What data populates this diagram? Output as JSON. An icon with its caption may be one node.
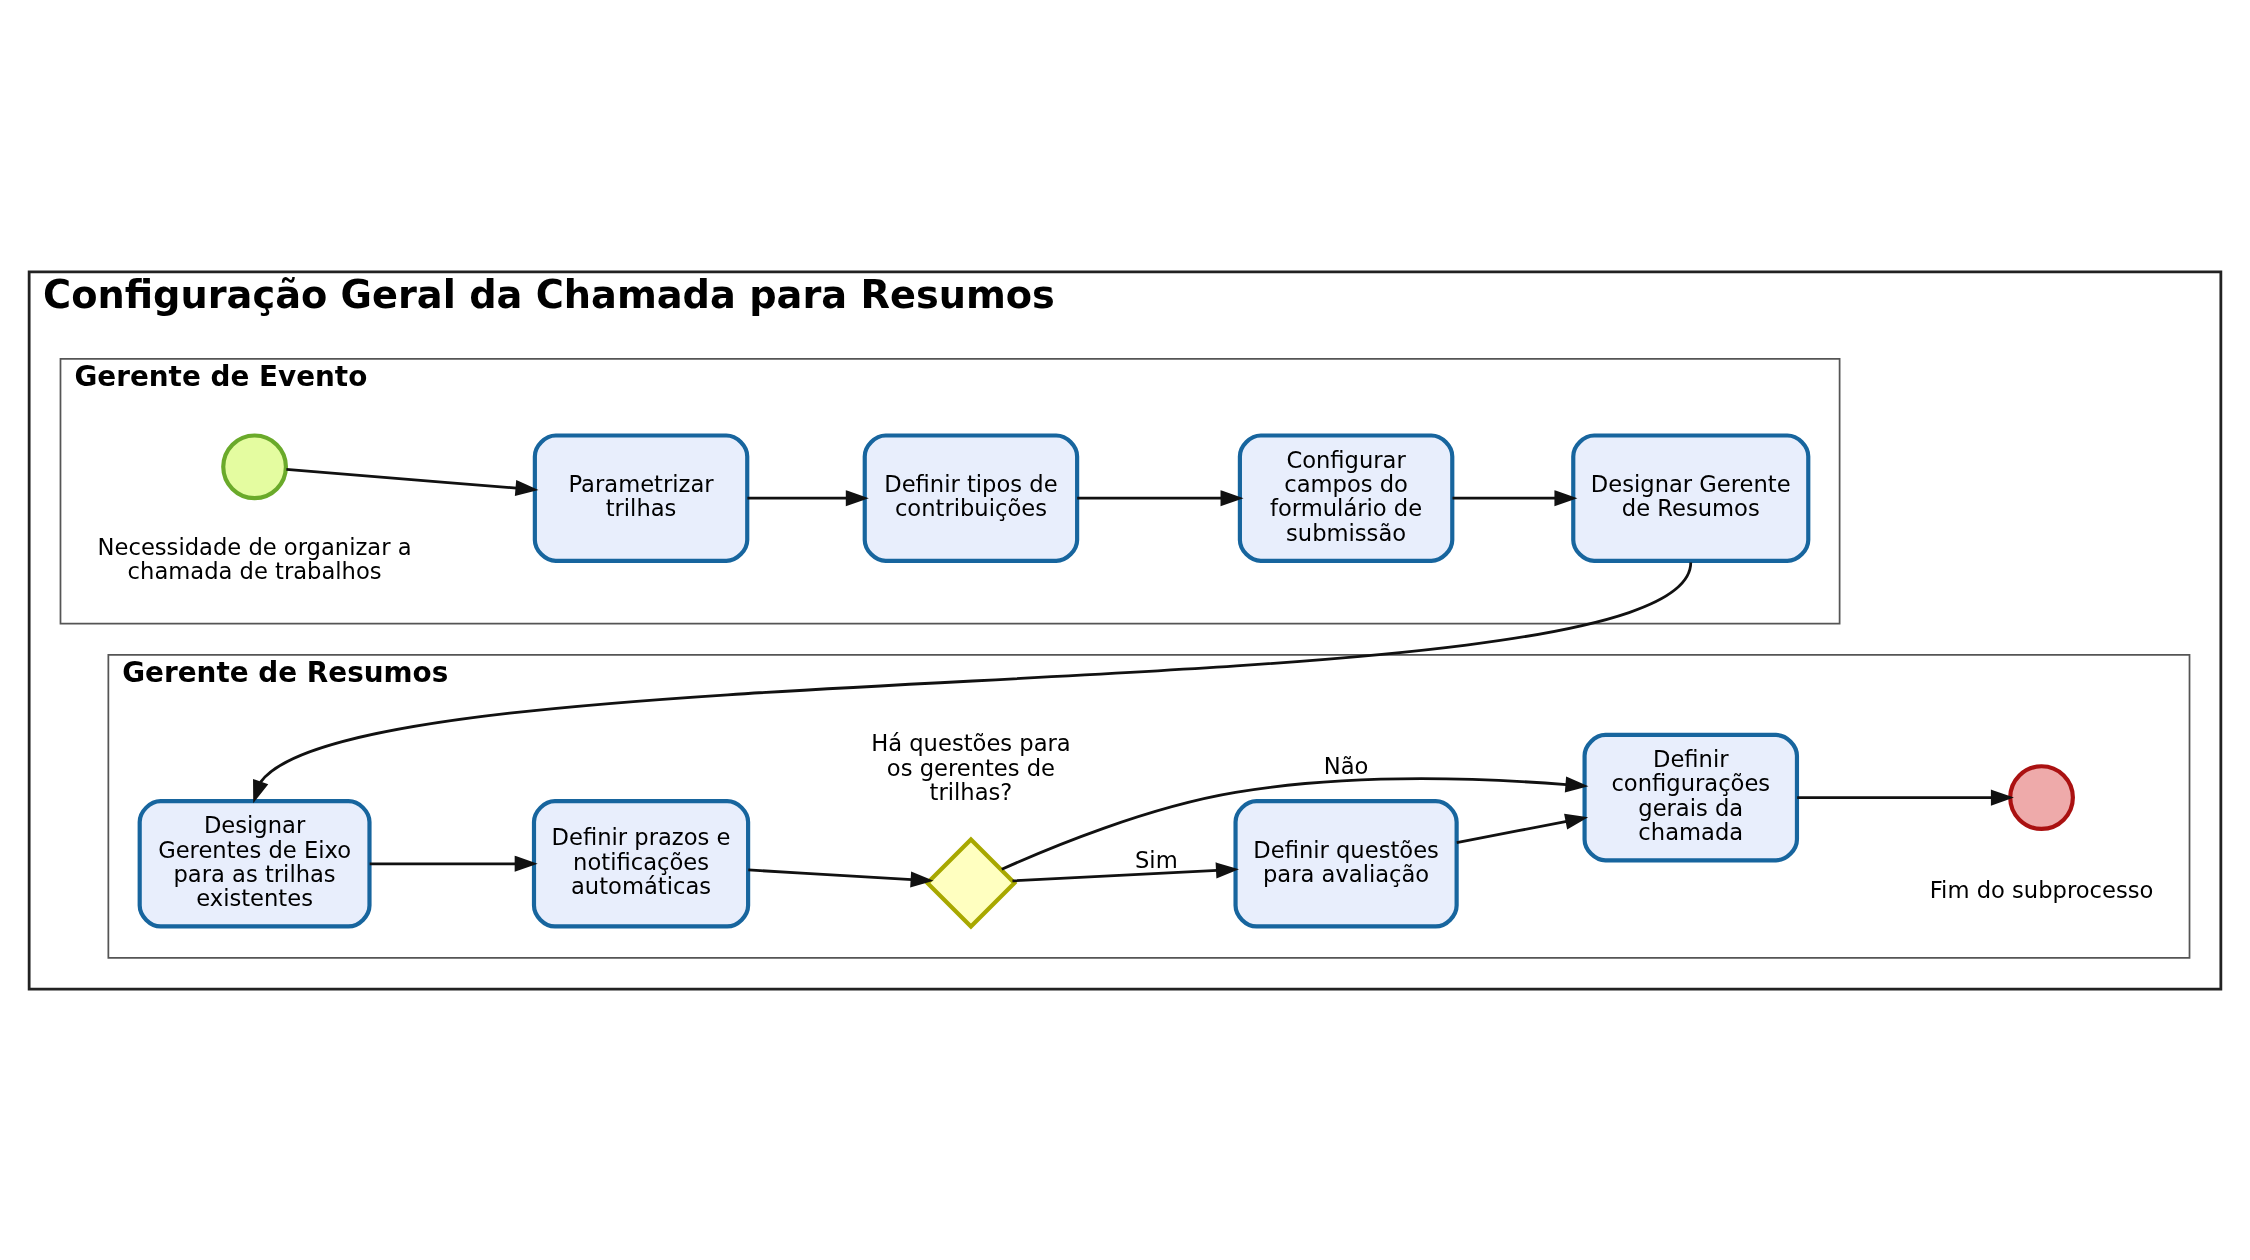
{
  "diagram": {
    "nodes": [
      {
        "text": [
          "Configuração Geral da Chamada para Resumos"
        ]
      },
      {
        "text": [
          "Gerente de Evento"
        ],
        "in": 0
      },
      {
        "text": [],
        "shape": "circle",
        "beside": [
          "Necessidade de organizar a chamada de trabalhos"
        ],
        "in": 1
      },
      {
        "text": [
          "Parametrizar trilhas"
        ],
        "in": 1
      },
      {
        "text": [
          "Definir tipos de contribuições"
        ],
        "in": 1
      },
      {
        "text": [
          "Configurar campos do formulário de submissão"
        ],
        "in": 1
      },
      {
        "text": [
          "Designar Gerente de Resumos"
        ],
        "in": 1
      },
      {
        "text": [
          "Gerente de Resumos"
        ],
        "in": 0
      },
      {
        "text": [
          "Designar Gerentes de Eixo para as trilhas existentes"
        ],
        "in": 7
      },
      {
        "text": [
          "Definir prazos e notificações automáticas"
        ],
        "in": 7
      },
      {
        "text": [],
        "shape": "diamond",
        "beside": [
          "Há questões para os gerentes de trilhas?"
        ],
        "in": 7
      },
      {
        "text": [
          "Definir questões para avaliação"
        ],
        "in": 7
      },
      {
        "text": [
          "Definir configurações gerais da chamada"
        ],
        "in": 7
      },
      {
        "text": [],
        "shape": "circle",
        "beside": [
          "Fim do subprocesso"
        ],
        "in": 7
      }
    ],
    "edges": [
      {
        "from": 2,
        "to": 3,
        "arrow": "to"
      },
      {
        "from": 3,
        "to": 4,
        "arrow": "to"
      },
      {
        "from": 4,
        "to": 5,
        "arrow": "to"
      },
      {
        "from": 5,
        "to": 6,
        "arrow": "to"
      },
      {
        "from": 6,
        "to": 8,
        "arrow": "to"
      },
      {
        "from": 8,
        "to": 9,
        "arrow": "to"
      },
      {
        "from": 9,
        "to": 10,
        "arrow": "to"
      },
      {
        "from": 10,
        "to": 11,
        "label": "Sim",
        "arrow": "to"
      },
      {
        "from": 11,
        "to": 12,
        "arrow": "to"
      },
      {
        "from": 10,
        "to": 12,
        "label": "Não",
        "arrow": "to"
      },
      {
        "from": 12,
        "to": 13,
        "arrow": "to"
      }
    ]
  }
}
